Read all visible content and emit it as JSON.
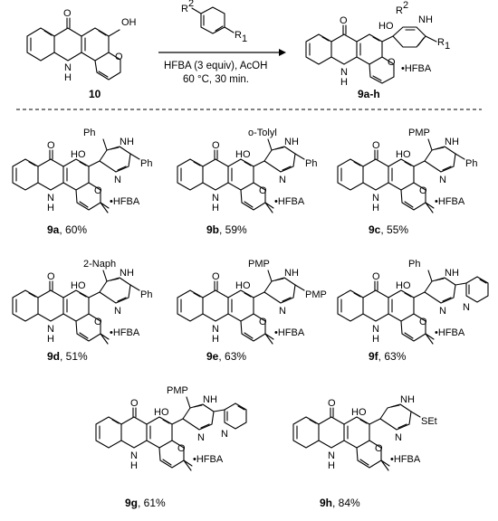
{
  "reaction": {
    "reagent_substituents": [
      "R",
      "2",
      "R",
      "1"
    ],
    "starting_material": {
      "label": "10",
      "oh": "OH",
      "o": "O",
      "ketone_o": "O",
      "nh": "N",
      "h": "H"
    },
    "product_label": "9a-h",
    "conditions": [
      "HFBA (3 equiv), AcOH",
      "60 °C, 30 min."
    ],
    "salt": "•HFBA"
  },
  "atoms": {
    "n": "N",
    "nh": "NH",
    "h": "H",
    "o": "O",
    "oh": "HO"
  },
  "compounds": [
    {
      "id": "9a",
      "yield": ", 60%",
      "top": "Ph",
      "right": "Ph"
    },
    {
      "id": "9b",
      "yield": ", 59%",
      "top": "o-Tolyl",
      "right": "Ph"
    },
    {
      "id": "9c",
      "yield": ", 55%",
      "top": "PMP",
      "right": "Ph"
    },
    {
      "id": "9d",
      "yield": ", 51%",
      "top": "2-Naph",
      "right": "Ph"
    },
    {
      "id": "9e",
      "yield": ", 63%",
      "top": "PMP",
      "right": "PMP"
    },
    {
      "id": "9f",
      "yield": ", 63%",
      "top": "Ph",
      "right": "pyridin-2-yl"
    },
    {
      "id": "9g",
      "yield": ", 61%",
      "top": "PMP",
      "right": "pyridin-2-yl"
    },
    {
      "id": "9h",
      "yield": ", 84%",
      "top": "",
      "right": "SEt"
    }
  ]
}
